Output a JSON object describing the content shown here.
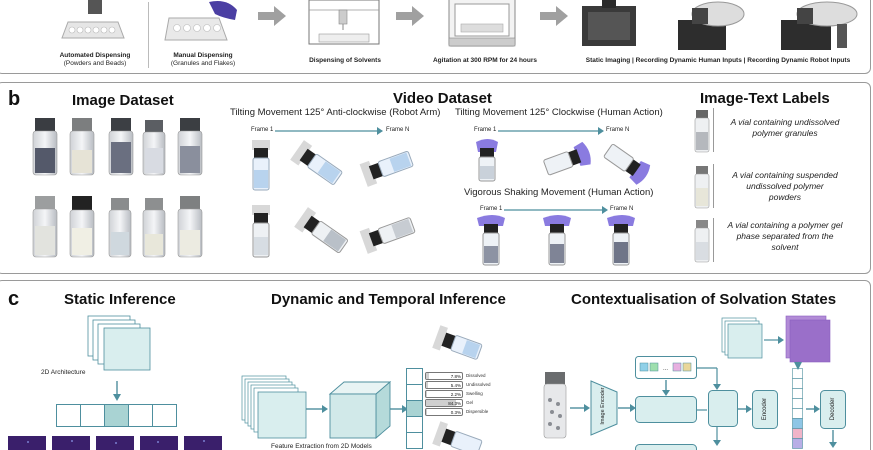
{
  "panel_a": {
    "steps": [
      {
        "title": "Automated Dispensing",
        "sub": "(Powders and Beads)"
      },
      {
        "title": "Manual Dispensing",
        "sub": "(Granules and Flakes)"
      },
      {
        "title": "Dispensing of Solvents",
        "sub": ""
      },
      {
        "title": "Agitation at 300 RPM for 24 hours",
        "sub": ""
      },
      {
        "title": "Static Imaging | Recording Dynamic Human Inputs | Recording Dynamic Robot Inputs",
        "sub": ""
      }
    ]
  },
  "panel_b": {
    "letter": "b",
    "image_dataset_title": "Image Dataset",
    "video_dataset_title": "Video Dataset",
    "labels_title": "Image-Text Labels",
    "tilt_acw": "Tilting Movement 125° Anti-clockwise (Robot Arm)",
    "tilt_cw": "Tilting Movement 125° Clockwise (Human Action)",
    "shake": "Vigorous Shaking Movement (Human Action)",
    "frame1": "Frame 1",
    "frameN": "Frame N",
    "labels": [
      "A vial containing undissolved polymer granules",
      "A vial containing suspended undissolved polymer powders",
      "A vial containing a polymer gel phase separated from the solvent"
    ]
  },
  "panel_c": {
    "letter": "c",
    "static_title": "Static Inference",
    "dynamic_title": "Dynamic and Temporal Inference",
    "context_title": "Contextualisation of Solvation States",
    "arch_label": "2D Architecture",
    "feature_label": "Feature Extraction from 2D Models",
    "image_encoder": "Image Encoder",
    "encoder": "Encoder",
    "decoder": "Decoder",
    "prob_rows": [
      {
        "pct": "7.8%",
        "name": "Dissolved",
        "value": 7.8
      },
      {
        "pct": "5.4%",
        "name": "Undissolved",
        "value": 5.4
      },
      {
        "pct": "2.2%",
        "name": "Swelling",
        "value": 2.2
      },
      {
        "pct": "84.3%",
        "name": "Gel",
        "value": 84.3
      },
      {
        "pct": "0.3%",
        "name": "Dispersible",
        "value": 0.3
      }
    ]
  },
  "colors": {
    "teal": "#4e8f9e",
    "light_teal": "#d9eeee",
    "mid_teal": "#a9d3d3",
    "arrow_grey": "#9e9e9e",
    "purple": "#3a1f6b"
  }
}
